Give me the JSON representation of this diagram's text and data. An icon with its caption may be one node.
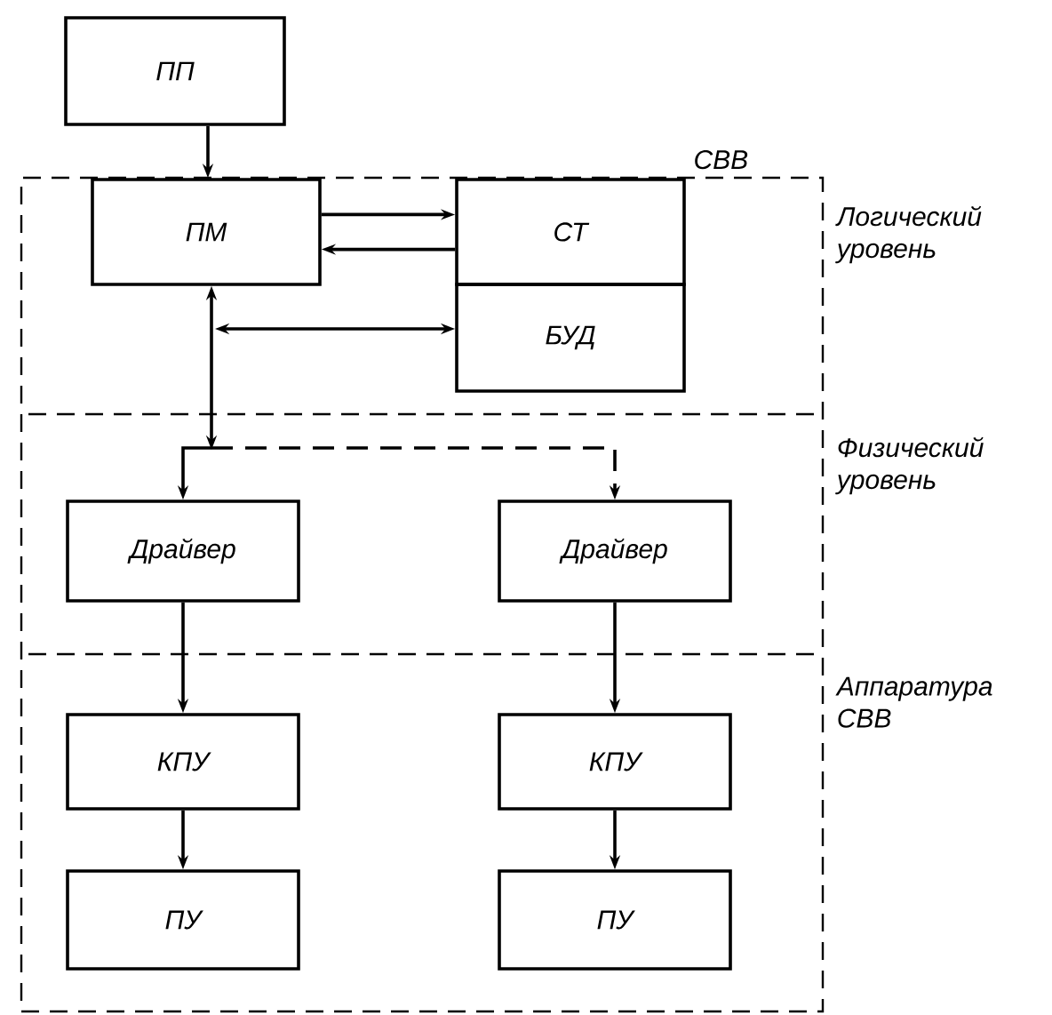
{
  "diagram": {
    "nodes": [
      {
        "text": [
          "ПП"
        ]
      },
      {
        "text": [
          "СВВ"
        ]
      },
      {
        "text": [
          "ПМ"
        ],
        "in": 1
      },
      {
        "text": [
          "СТ"
        ],
        "in": 1
      },
      {
        "text": [
          "БУД"
        ],
        "in": 1
      },
      {
        "text": [
          "Драйвер"
        ],
        "in": 1
      },
      {
        "text": [
          "Драйвер"
        ],
        "in": 1
      },
      {
        "text": [
          "КПУ"
        ],
        "in": 1
      },
      {
        "text": [
          "КПУ"
        ],
        "in": 1
      },
      {
        "text": [
          "ПУ"
        ],
        "in": 1
      },
      {
        "text": [
          "ПУ"
        ],
        "in": 1
      }
    ],
    "edges": [
      {
        "from": 0,
        "to": 2,
        "arrow": "to"
      },
      {
        "from": 2,
        "to": 3,
        "arrow": "to"
      },
      {
        "from": 3,
        "to": 2,
        "arrow": "to"
      },
      {
        "from": 2,
        "to": 4,
        "arrow": "both"
      },
      {
        "from": 2,
        "to": 5,
        "arrow": "both"
      },
      {
        "from": 2,
        "to": 6,
        "arrow": "both",
        "style": "dashed"
      },
      {
        "from": 5,
        "to": 7,
        "arrow": "to"
      },
      {
        "from": 6,
        "to": 8,
        "arrow": "to"
      },
      {
        "from": 7,
        "to": 9,
        "arrow": "to"
      },
      {
        "from": 8,
        "to": 10,
        "arrow": "to"
      }
    ],
    "labels": [
      "Логический уровень",
      "Физический уровень",
      "Аппаратура СВВ"
    ]
  }
}
